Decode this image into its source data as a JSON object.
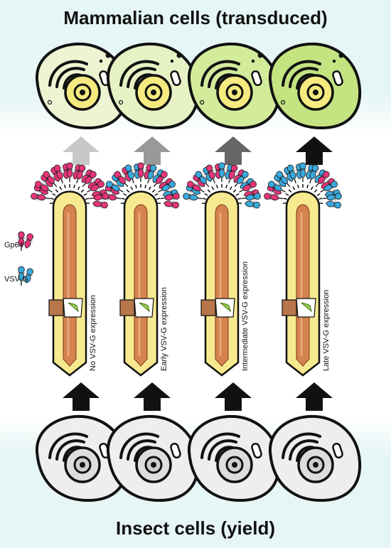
{
  "titles": {
    "top": "Mammalian cells (transduced)",
    "bottom": "Insect cells (yield)"
  },
  "legend": [
    {
      "label": "Gp64",
      "color": "#e8357a"
    },
    {
      "label": "VSV-G",
      "color": "#39a9de"
    }
  ],
  "columns": [
    {
      "label": "No VSV-G expression",
      "arrow_color": "#c8c8c8",
      "cell_color": "#eef4d2",
      "vsvg_fraction": 0.0
    },
    {
      "label": "Early VSV-G expression",
      "arrow_color": "#999999",
      "cell_color": "#e6f2c4",
      "vsvg_fraction": 0.2
    },
    {
      "label": "Intermediate VSV-G expression",
      "arrow_color": "#666666",
      "cell_color": "#d3ec9c",
      "vsvg_fraction": 0.5
    },
    {
      "label": "Late VSV-G expression",
      "arrow_color": "#111111",
      "cell_color": "#c4e482",
      "vsvg_fraction": 0.7
    }
  ],
  "colors": {
    "band": "#e6f5f5",
    "virion_fill": "#f7e98f",
    "capsid": "#d4834f",
    "insect_cell": "#eeeeee"
  }
}
